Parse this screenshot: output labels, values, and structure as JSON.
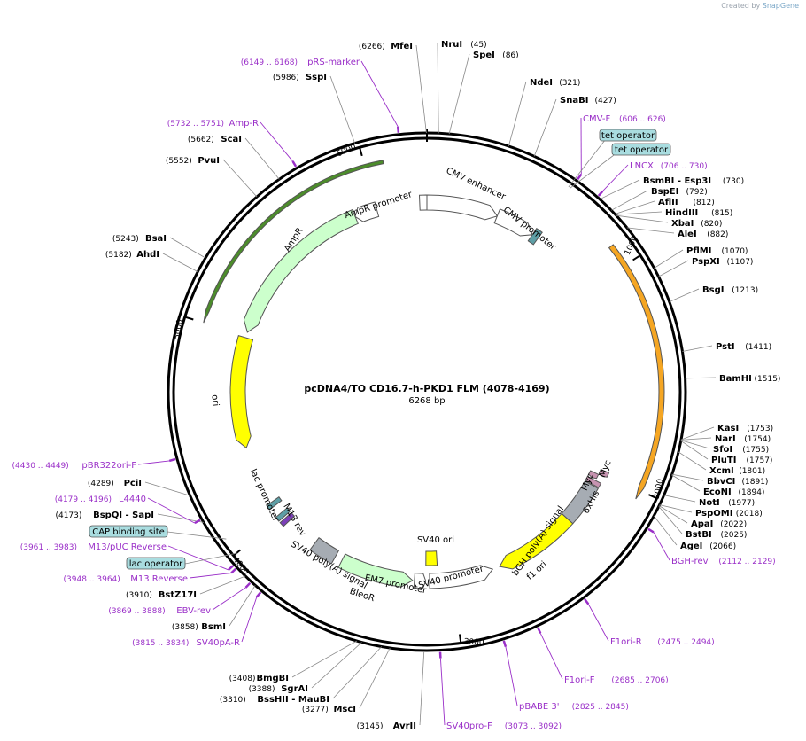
{
  "credit": {
    "prefix": "Created by",
    "brand": "SnapGene"
  },
  "plasmid": {
    "name": "pcDNA4/TO CD16.7-h-PKD1 FLM (4078-4169)",
    "length_label": "6268 bp"
  },
  "ticks": [
    "1000",
    "2000",
    "3000",
    "4000",
    "5000",
    "6000"
  ],
  "sites": [
    {
      "name": "MfeI",
      "pos": "(6266)"
    },
    {
      "name": "NruI",
      "pos": "(45)"
    },
    {
      "name": "SpeI",
      "pos": "(86)"
    },
    {
      "name": "NdeI",
      "pos": "(321)"
    },
    {
      "name": "SnaBI",
      "pos": "(427)"
    },
    {
      "name": "BsmBI",
      "name2": "Esp3I",
      "pos": "(730)"
    },
    {
      "name": "BspEI",
      "pos": "(792)"
    },
    {
      "name": "AflII",
      "pos": "(812)"
    },
    {
      "name": "HindIII",
      "pos": "(815)"
    },
    {
      "name": "XbaI",
      "pos": "(820)"
    },
    {
      "name": "AleI",
      "pos": "(882)"
    },
    {
      "name": "PflMI",
      "pos": "(1070)"
    },
    {
      "name": "PspXI",
      "pos": "(1107)"
    },
    {
      "name": "BsgI",
      "pos": "(1213)"
    },
    {
      "name": "PstI",
      "pos": "(1411)"
    },
    {
      "name": "BamHI",
      "pos": "(1515)"
    },
    {
      "name": "KasI",
      "pos": "(1753)"
    },
    {
      "name": "NarI",
      "pos": "(1754)"
    },
    {
      "name": "SfoI",
      "pos": "(1755)"
    },
    {
      "name": "PluTI",
      "pos": "(1757)"
    },
    {
      "name": "XcmI",
      "pos": "(1801)"
    },
    {
      "name": "BbvCI",
      "pos": "(1891)"
    },
    {
      "name": "EcoNI",
      "pos": "(1894)"
    },
    {
      "name": "NotI",
      "pos": "(1977)"
    },
    {
      "name": "PspOMI",
      "pos": "(2018)"
    },
    {
      "name": "ApaI",
      "pos": "(2022)"
    },
    {
      "name": "BstBI",
      "pos": "(2025)"
    },
    {
      "name": "AgeI",
      "pos": "(2066)"
    },
    {
      "name": "AvrII",
      "pos": "(3145)"
    },
    {
      "name": "MscI",
      "pos": "(3277)"
    },
    {
      "name": "BssHII",
      "name2": "MauBI",
      "pos": "(3310)"
    },
    {
      "name": "SgrAI",
      "pos": "(3388)"
    },
    {
      "name": "BmgBI",
      "pos": "(3408)"
    },
    {
      "name": "BsmI",
      "pos": "(3858)"
    },
    {
      "name": "BstZ17I",
      "pos": "(3910)"
    },
    {
      "name": "BspQI",
      "name2": "SapI",
      "pos": "(4173)"
    },
    {
      "name": "PciI",
      "pos": "(4289)"
    },
    {
      "name": "AhdI",
      "pos": "(5182)"
    },
    {
      "name": "BsaI",
      "pos": "(5243)"
    },
    {
      "name": "PvuI",
      "pos": "(5552)"
    },
    {
      "name": "ScaI",
      "pos": "(5662)"
    },
    {
      "name": "SspI",
      "pos": "(5986)"
    }
  ],
  "primers": [
    {
      "name": "CMV-F",
      "pos": "(606 .. 626)"
    },
    {
      "name": "LNCX",
      "pos": "(706 .. 730)"
    },
    {
      "name": "BGH-rev",
      "pos": "(2112 .. 2129)"
    },
    {
      "name": "F1ori-R",
      "pos": "(2475 .. 2494)"
    },
    {
      "name": "F1ori-F",
      "pos": "(2685 .. 2706)"
    },
    {
      "name": "pBABE 3'",
      "pos": "(2825 .. 2845)"
    },
    {
      "name": "SV40pro-F",
      "pos": "(3073 .. 3092)"
    },
    {
      "name": "SV40pA-R",
      "pos": "(3815 .. 3834)"
    },
    {
      "name": "EBV-rev",
      "pos": "(3869 .. 3888)"
    },
    {
      "name": "M13 Reverse",
      "pos": "(3948 .. 3964)"
    },
    {
      "name": "M13/pUC Reverse",
      "pos": "(3961 .. 3983)"
    },
    {
      "name": "L4440",
      "pos": "(4179 .. 4196)"
    },
    {
      "name": "pBR322ori-F",
      "pos": "(4430 .. 4449)"
    },
    {
      "name": "Amp-R",
      "pos": "(5732 .. 5751)"
    },
    {
      "name": "pRS-marker",
      "pos": "(6149 .. 6168)"
    }
  ],
  "boxed_features": [
    "tet operator",
    "tet operator",
    "CAP binding site",
    "lac operator"
  ],
  "features": [
    "CMV enhancer",
    "CMV promoter",
    "Myc",
    "Myc",
    "6xHis",
    "bGH poly(A) signal",
    "f1 ori",
    "SV40 ori",
    "SV40 promoter",
    "EM7 promoter",
    "BleoR",
    "SV40 poly(A) signal",
    "M13 rev",
    "lac promoter",
    "ori",
    "AmpR",
    "AmpR promoter"
  ],
  "colors": {
    "backbone": "#000000",
    "primer": "#9a2fc8",
    "ori": "#ffff00",
    "resistance": "#ccffcc",
    "promoter": "#ffffff",
    "polyA": "#a6acb3",
    "operator": "#5e9fa6",
    "tag": "#c693b0",
    "insert": "#f5a623"
  }
}
